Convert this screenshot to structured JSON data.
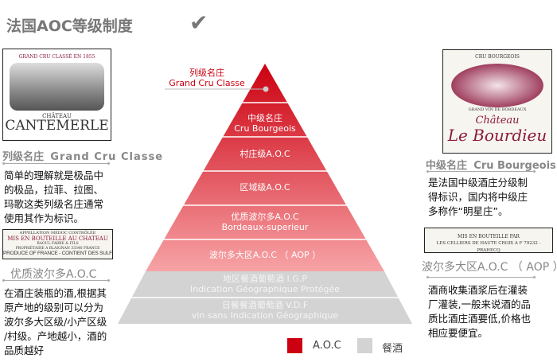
{
  "title": "法国AOC等级制度",
  "pyramid": {
    "top_label_cn": "列级名庄",
    "top_label_en": "Grand Cru Classe",
    "levels": [
      {
        "cn": "中级名庄",
        "en": "Cru Bourgeois"
      },
      {
        "cn": "村庄级A.O.C"
      },
      {
        "cn": "区域级A.O.C"
      },
      {
        "cn": "优质波尔多A.O.C",
        "en": "Bordeaux-superieur"
      },
      {
        "cn": "波尔多大区A.O.C （ AOP ）"
      },
      {
        "cn": "地区餐酒葡萄酒 I.G.P",
        "en": "Indication Géographique Protégée"
      },
      {
        "cn": "日餐餐酒葡萄酒 V.D.F",
        "en": "vin sans Indication Géographique"
      }
    ],
    "colors": {
      "aoc_top": "#cc0010",
      "aoc_bottom": "#f7a3a6",
      "table": "#d3d3d3"
    }
  },
  "legend": [
    {
      "label": "A.O.C",
      "color": "#cc0010"
    },
    {
      "label": "餐酒",
      "color": "#d3d3d3"
    }
  ],
  "left": {
    "label1": {
      "top": "GRAND CRU CLASSÉ EN 1855",
      "chateau": "CHÂTEAU",
      "name": "CANTEMERLE"
    },
    "heading1_cn": "列级名庄",
    "heading1_en": "Grand Cru Classe",
    "desc1": [
      "简单的理解就是极品中",
      "的极品，拉菲、拉图、",
      "玛歌这类列级名庄通常",
      "使用其作为标识。"
    ],
    "label2": {
      "l1": "APPELLATION MÉDOC CONTRÔLÉE",
      "l2": "MIS EN BOUTEILLE AU CHATEAU",
      "l3": "RAOUL FABRE & FILS",
      "l4": "PROPRIÉTAIRE A BLAIGNAN 33340 FRANCE",
      "l5": "PRODUCE OF FRANCE - CONTIENT DES SULFITES"
    },
    "heading2": "优质波尔多A.O.C",
    "desc2": [
      "在酒庄装瓶的酒,根据其",
      "原产地的级别可以分为",
      "波尔多大区级/小产区级",
      "/村级。产地越小，酒的",
      "品质越好"
    ]
  },
  "right": {
    "label1": {
      "top": "CRU BOURGEOIS",
      "sub": "GRAND VIN DE BORDEAUX",
      "chateau": "Château",
      "name": "Le Bourdieu"
    },
    "heading1_cn": "中级名庄",
    "heading1_en": "Cru Bourgeois",
    "desc1": [
      "是法国中级酒庄分级制",
      "得标识，国内将中级庄",
      "多称作“明星庄”。"
    ],
    "label2": {
      "l1": "MIS EN BOUTEILLE PAR",
      "l2": "LES CELLIERS DE HAUTE CROIX A F 79232 - PRAHECQ"
    },
    "heading2": "波尔多大区A.O.C （ AOP ）",
    "desc2": [
      "酒商收集酒浆后在灌装",
      "厂灌装,一般来说酒的品",
      "质比酒庄酒要低,价格也",
      "相应要便宜。"
    ]
  }
}
